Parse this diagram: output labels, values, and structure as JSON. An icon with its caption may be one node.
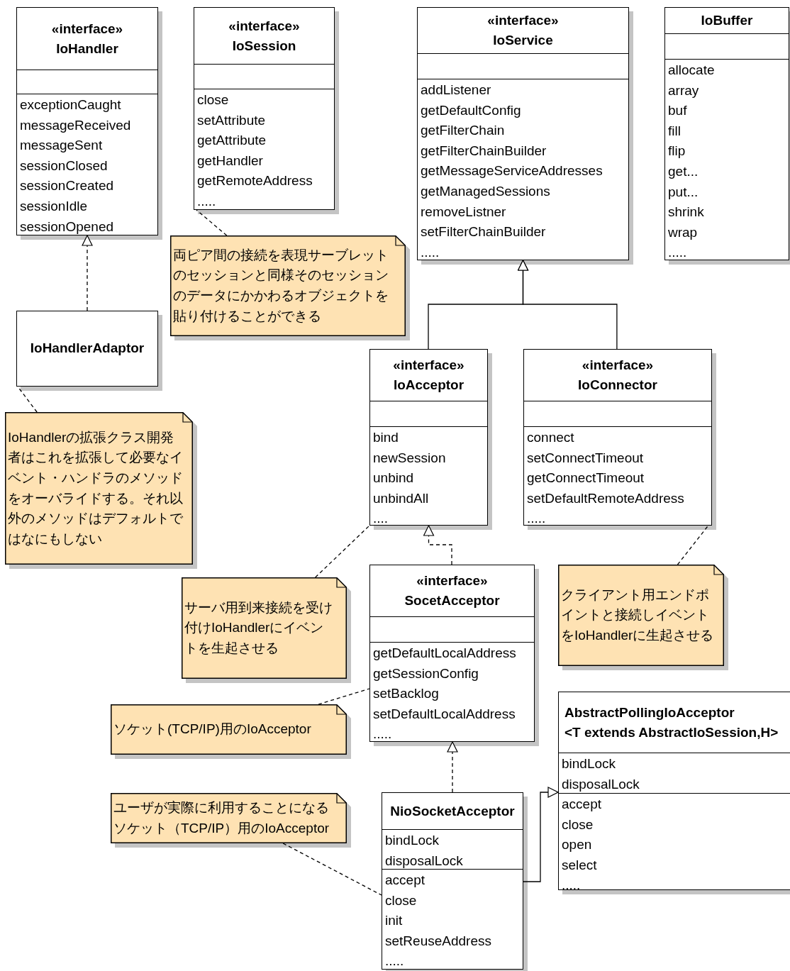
{
  "diagram": {
    "nodes": [
      {
        "text": [
          "«interface»",
          "IoHandler",
          "exceptionCaught",
          "messageReceived",
          "messageSent",
          "sessionClosed",
          "sessionCreated",
          "sessionIdle",
          "sessionOpened"
        ]
      },
      {
        "text": [
          "«interface»",
          "IoSession",
          "close",
          "setAttribute",
          "getAttribute",
          "getHandler",
          "getRemoteAddress",
          "....."
        ]
      },
      {
        "text": [
          "«interface»",
          "IoService",
          "addListener",
          "getDefaultConfig",
          "getFilterChain",
          "getFilterChainBuilder",
          "getMessageServiceAddresses",
          "getManagedSessions",
          "removeListner",
          "setFilterChainBuilder",
          "....."
        ]
      },
      {
        "text": [
          "IoBuffer",
          "allocate",
          "array",
          "buf",
          "fill",
          "flip",
          "get...",
          "put...",
          "shrink",
          "wrap",
          "....."
        ]
      },
      {
        "text": [
          "両ピア間の接続を表現サーブレットのセッションと同様そのセッションのデータにかかわるオブジェクトを貼り付けることができる"
        ]
      },
      {
        "text": [
          "IoHandlerAdaptor"
        ]
      },
      {
        "text": [
          "IoHandlerの拡張クラス開発者はこれを拡張して必要なイベント・ハンドラのメソッドをオーバライドする。それ以外のメソッドはデフォルトではなにもしない"
        ]
      },
      {
        "text": [
          "«interface»",
          "IoAcceptor",
          "bind",
          "newSession",
          "unbind",
          "unbindAll",
          "...."
        ]
      },
      {
        "text": [
          "«interface»",
          "IoConnector",
          "connect",
          "setConnectTimeout",
          "getConnectTimeout",
          "setDefaultRemoteAddress",
          "....."
        ]
      },
      {
        "text": [
          "サーバ用到来接続を受け付けIoHandlerにイベントを生起させる"
        ]
      },
      {
        "text": [
          "«interface»",
          "SocetAcceptor",
          "getDefaultLocalAddress",
          "getSessionConfig",
          "setBacklog",
          "setDefaultLocalAddress",
          "....."
        ]
      },
      {
        "text": [
          "クライアント用エンドポイントと接続しイベントをIoHandlerに生起させる"
        ]
      },
      {
        "text": [
          "AbstractPollingIoAcceptor",
          "<T extends AbstractIoSession,H>",
          "bindLock",
          "disposalLock",
          "accept",
          "close",
          "open",
          "select",
          "....."
        ]
      },
      {
        "text": [
          "ソケット(TCP/IP)用のIoAcceptor"
        ]
      },
      {
        "text": [
          "ユーザが実際に利用することになるソケット（TCP/IP）用のIoAcceptor"
        ]
      },
      {
        "text": [
          "NioSocketAcceptor",
          "bindLock",
          "disposalLock",
          "accept",
          "close",
          "init",
          "setReuseAddress",
          "....."
        ]
      }
    ],
    "edges": [
      {
        "from": 5,
        "to": 0,
        "arrow": "to",
        "style": "dashed"
      },
      {
        "from": 4,
        "to": 1,
        "arrow": "none",
        "style": "dashed"
      },
      {
        "from": 6,
        "to": 5,
        "arrow": "none",
        "style": "dashed"
      },
      {
        "from": 7,
        "to": 2,
        "arrow": "to"
      },
      {
        "from": 8,
        "to": 2,
        "arrow": "to"
      },
      {
        "from": 9,
        "to": 7,
        "arrow": "none",
        "style": "dashed"
      },
      {
        "from": 10,
        "to": 7,
        "arrow": "to",
        "style": "dashed"
      },
      {
        "from": 11,
        "to": 8,
        "arrow": "none",
        "style": "dashed"
      },
      {
        "from": 13,
        "to": 10,
        "arrow": "none",
        "style": "dashed"
      },
      {
        "from": 15,
        "to": 10,
        "arrow": "to",
        "style": "dashed"
      },
      {
        "from": 15,
        "to": 12,
        "arrow": "to"
      },
      {
        "from": 14,
        "to": 15,
        "arrow": "none",
        "style": "dashed"
      }
    ]
  }
}
